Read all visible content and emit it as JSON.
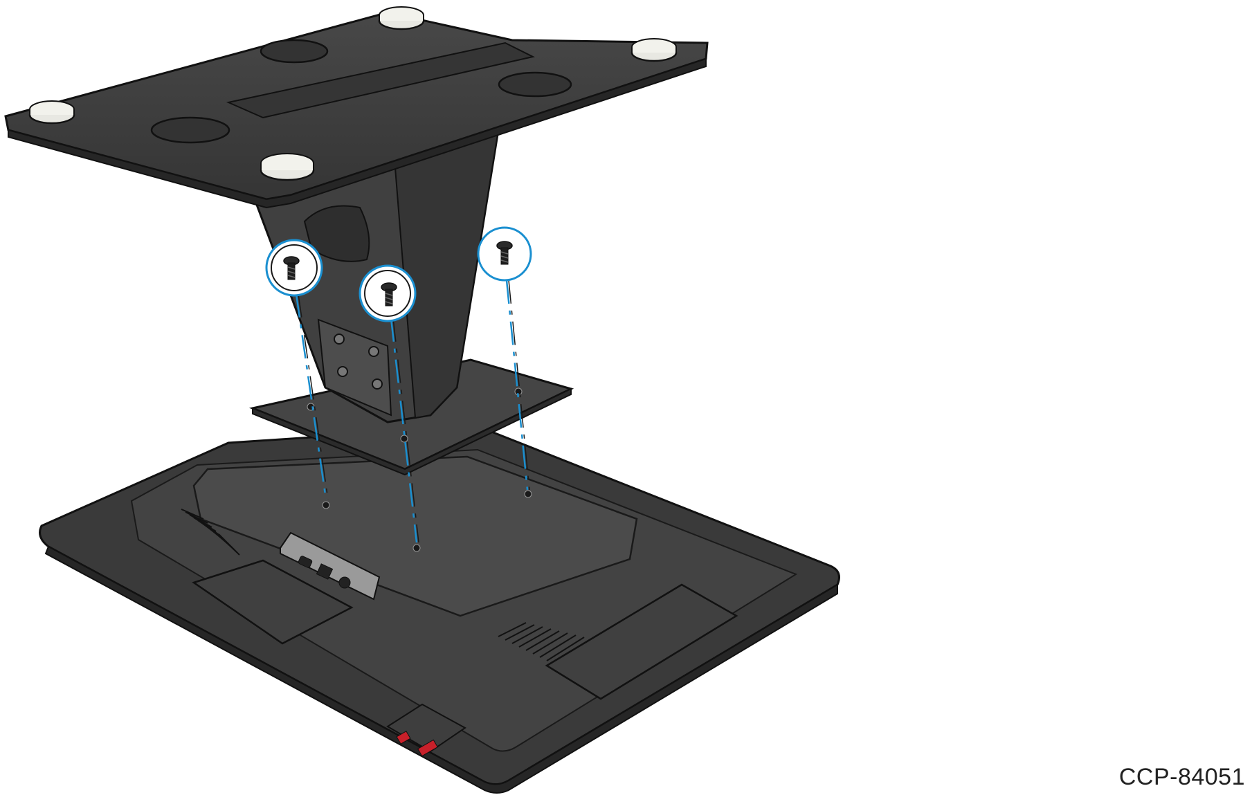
{
  "figure": {
    "code": "CCP-84051"
  },
  "colors": {
    "body": "#3c3c3c",
    "body_light": "#4a4a4a",
    "edge": "#111111",
    "accent": "#1a8fd0",
    "feet": "#e8e8e2",
    "port_red": "#c8202a"
  },
  "screws": [
    "screw-1",
    "screw-2",
    "screw-3"
  ]
}
